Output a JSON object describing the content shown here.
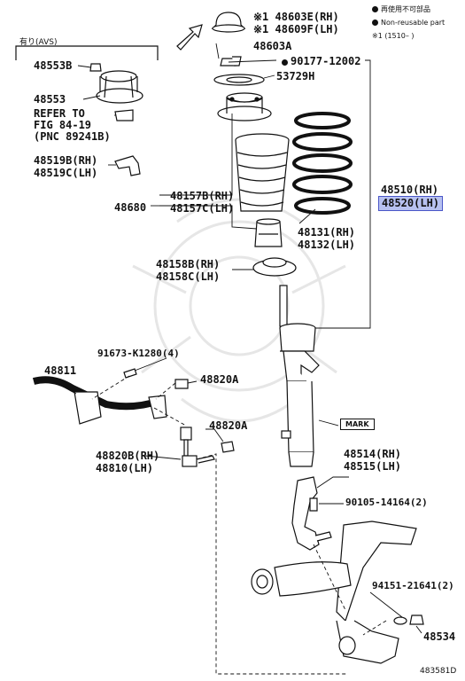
{
  "legend": {
    "line1": "再使用不可部品",
    "line2": "Non-reusable part",
    "line3": "※1 (1510–      )"
  },
  "avs_label": "有り(AVS)",
  "mark_label": "MARK",
  "ref_id": "483581D",
  "labels": {
    "p48603E": "※1 48603E(RH)",
    "p48609F": "※1 48609F(LH)",
    "p48603A": "48603A",
    "p90177": "90177-12002",
    "p53729H": "53729H",
    "p48553B": "48553B",
    "p48553": "48553",
    "refer1": "REFER TO",
    "refer2": "FIG 84-19",
    "refer3": "(PNC 89241B)",
    "p48519B": "48519B(RH)",
    "p48519C": "48519C(LH)",
    "p48157B": "48157B(RH)",
    "p48157C": "48157C(LH)",
    "p48680": "48680",
    "p48510": "48510(RH)",
    "p48520": "48520(LH)",
    "p48131": "48131(RH)",
    "p48132": "48132(LH)",
    "p48158B": "48158B(RH)",
    "p48158C": "48158C(LH)",
    "p91673": "91673-K1280(4)",
    "p48811": "48811",
    "p48820A_1": "48820A",
    "p48820A_2": "48820A",
    "p48820B": "48820B(RH)",
    "p48810": "48810(LH)",
    "p48514": "48514(RH)",
    "p48515": "48515(LH)",
    "p90105": "90105-14164(2)",
    "p94151": "94151-21641(2)",
    "p48534": "48534"
  }
}
